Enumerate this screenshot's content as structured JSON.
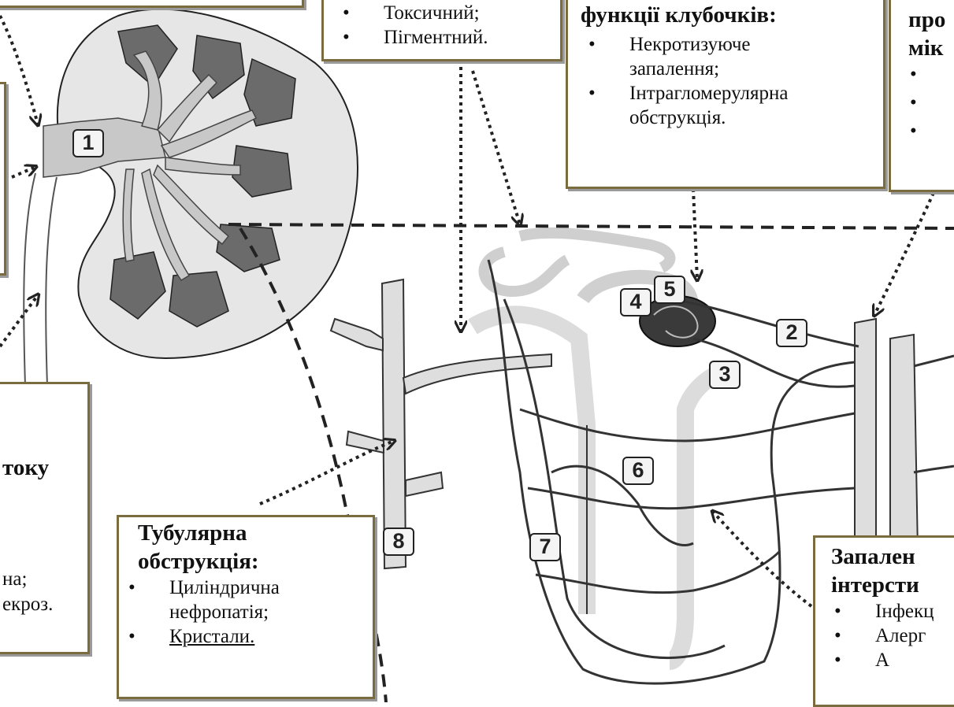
{
  "boxes": {
    "toxic": {
      "items": [
        "Токсичний;",
        "Пігментний."
      ]
    },
    "glomeruli": {
      "title": "функції клубочків:",
      "items": [
        "Некротизуюче запалення;",
        "Інтрагломерулярна обструкція."
      ]
    },
    "top_right": {
      "title_lines": [
        "про",
        "мік"
      ],
      "items": [
        "",
        "",
        ""
      ]
    },
    "outflow": {
      "title": "току",
      "items": [
        "на;",
        "екроз."
      ]
    },
    "tubular": {
      "title_lines": [
        "Тубулярна",
        "обструкція:"
      ],
      "items": [
        "Циліндрична нефропатія;",
        "Кристали."
      ]
    },
    "interstitium": {
      "title_lines": [
        "Запален",
        "інтерсти"
      ],
      "items": [
        "Інфекц",
        "Алерг",
        "А"
      ]
    }
  },
  "labels": [
    "1",
    "2",
    "3",
    "4",
    "5",
    "6",
    "7",
    "8"
  ],
  "colors": {
    "border": "#7a6c3e",
    "kidney_fill": "#e4e4e4",
    "pyramid": "#6a6a6a",
    "vessel": "#d9d9d9"
  }
}
